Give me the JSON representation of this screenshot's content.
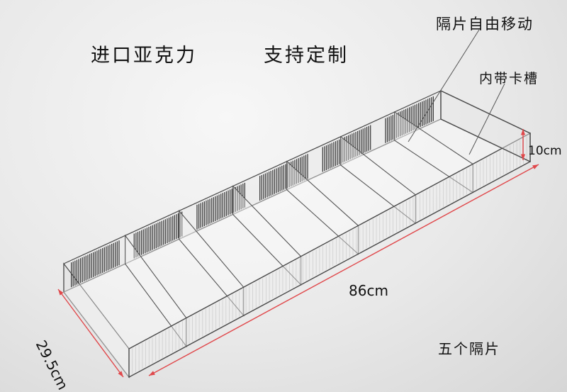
{
  "headline_left": "进口亚克力",
  "headline_right": "支持定制",
  "callout_divider_move": "隔片自由移动",
  "callout_inner_slot": "内带卡槽",
  "dim_height": "10cm",
  "dim_length": "86cm",
  "dim_width": "29.5cm",
  "divider_count_note": "五个隔片",
  "divider_count": 5,
  "colors": {
    "dimension_line": "#e0484b",
    "outline": "#4a4a4a",
    "slots": "#3f3f3f",
    "text": "#111111"
  }
}
